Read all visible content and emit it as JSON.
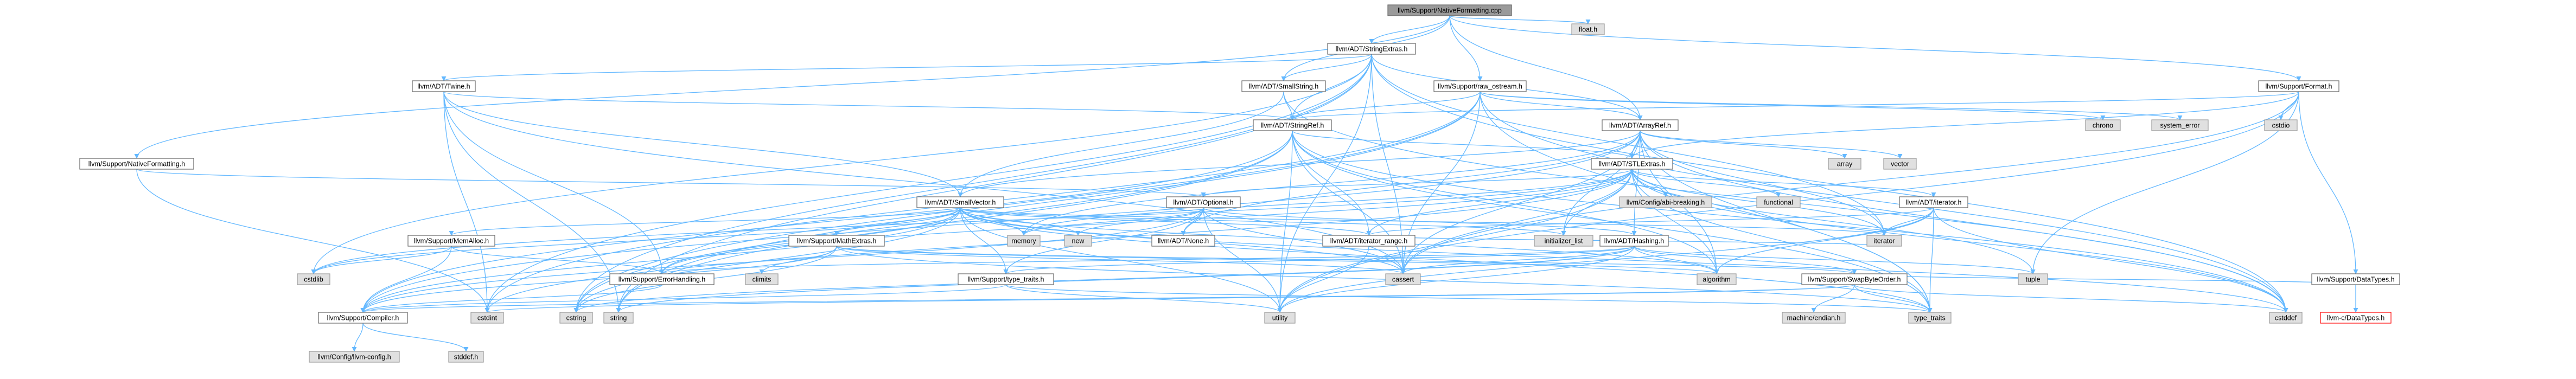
{
  "colors": {
    "root_fill": "#9a9a9a",
    "root_stroke": "#666666",
    "internal_fill": "#ffffff",
    "internal_stroke": "#666666",
    "external_fill": "#e0e0e0",
    "external_stroke": "#999999",
    "missing_fill": "#ffffff",
    "missing_stroke": "#ff0000",
    "edge": "#63b8ff",
    "text": "#000000"
  },
  "nodes": [
    {
      "id": "root",
      "label": "llvm/Support/NativeFormatting.cpp",
      "kind": "root"
    },
    {
      "id": "float",
      "label": "float.h",
      "kind": "external"
    },
    {
      "id": "stringextras",
      "label": "llvm/ADT/StringExtras.h",
      "kind": "internal"
    },
    {
      "id": "twine",
      "label": "llvm/ADT/Twine.h",
      "kind": "internal"
    },
    {
      "id": "smallstring",
      "label": "llvm/ADT/SmallString.h",
      "kind": "internal"
    },
    {
      "id": "rawostream",
      "label": "llvm/Support/raw_ostream.h",
      "kind": "internal"
    },
    {
      "id": "format",
      "label": "llvm/Support/Format.h",
      "kind": "internal"
    },
    {
      "id": "chrono",
      "label": "chrono",
      "kind": "external"
    },
    {
      "id": "systemerror",
      "label": "system_error",
      "kind": "external"
    },
    {
      "id": "cstdio",
      "label": "cstdio",
      "kind": "external"
    },
    {
      "id": "stringref",
      "label": "llvm/ADT/StringRef.h",
      "kind": "internal"
    },
    {
      "id": "arrayref",
      "label": "llvm/ADT/ArrayRef.h",
      "kind": "internal"
    },
    {
      "id": "nativeformatting",
      "label": "llvm/Support/NativeFormatting.h",
      "kind": "internal"
    },
    {
      "id": "stlextras",
      "label": "llvm/ADT/STLExtras.h",
      "kind": "internal"
    },
    {
      "id": "array",
      "label": "array",
      "kind": "external"
    },
    {
      "id": "vector",
      "label": "vector",
      "kind": "external"
    },
    {
      "id": "smallvector",
      "label": "llvm/ADT/SmallVector.h",
      "kind": "internal"
    },
    {
      "id": "optional",
      "label": "llvm/ADT/Optional.h",
      "kind": "internal"
    },
    {
      "id": "abibreaking",
      "label": "llvm/Config/abi-breaking.h",
      "kind": "external"
    },
    {
      "id": "functional",
      "label": "functional",
      "kind": "external"
    },
    {
      "id": "iteratorh",
      "label": "llvm/ADT/iterator.h",
      "kind": "internal"
    },
    {
      "id": "memalloc",
      "label": "llvm/Support/MemAlloc.h",
      "kind": "internal"
    },
    {
      "id": "mathextras",
      "label": "llvm/Support/MathExtras.h",
      "kind": "internal"
    },
    {
      "id": "memory",
      "label": "memory",
      "kind": "external"
    },
    {
      "id": "new",
      "label": "new",
      "kind": "external"
    },
    {
      "id": "none",
      "label": "llvm/ADT/None.h",
      "kind": "internal"
    },
    {
      "id": "iteratorrange",
      "label": "llvm/ADT/iterator_range.h",
      "kind": "internal"
    },
    {
      "id": "initlist",
      "label": "initializer_list",
      "kind": "external"
    },
    {
      "id": "hashing",
      "label": "llvm/ADT/Hashing.h",
      "kind": "internal"
    },
    {
      "id": "iterator",
      "label": "iterator",
      "kind": "external"
    },
    {
      "id": "cstdlib",
      "label": "cstdlib",
      "kind": "external"
    },
    {
      "id": "climits",
      "label": "climits",
      "kind": "external"
    },
    {
      "id": "errorhandling",
      "label": "llvm/Support/ErrorHandling.h",
      "kind": "internal"
    },
    {
      "id": "typetraits",
      "label": "llvm/Support/type_traits.h",
      "kind": "internal"
    },
    {
      "id": "cassert",
      "label": "cassert",
      "kind": "external"
    },
    {
      "id": "algorithm",
      "label": "algorithm",
      "kind": "external"
    },
    {
      "id": "swapbyteorder",
      "label": "llvm/Support/SwapByteOrder.h",
      "kind": "internal"
    },
    {
      "id": "tuple",
      "label": "tuple",
      "kind": "external"
    },
    {
      "id": "datatypes",
      "label": "llvm/Support/DataTypes.h",
      "kind": "internal"
    },
    {
      "id": "cstring",
      "label": "cstring",
      "kind": "external"
    },
    {
      "id": "compiler",
      "label": "llvm/Support/Compiler.h",
      "kind": "internal"
    },
    {
      "id": "cstdint",
      "label": "cstdint",
      "kind": "external"
    },
    {
      "id": "string",
      "label": "string",
      "kind": "external"
    },
    {
      "id": "utility",
      "label": "utility",
      "kind": "external"
    },
    {
      "id": "stdtypetraits",
      "label": "type_traits",
      "kind": "external"
    },
    {
      "id": "machineendian",
      "label": "machine/endian.h",
      "kind": "external"
    },
    {
      "id": "cstddef",
      "label": "cstddef",
      "kind": "external"
    },
    {
      "id": "cdatatypes",
      "label": "llvm-c/DataTypes.h",
      "kind": "missing"
    },
    {
      "id": "llvmconfig",
      "label": "llvm/Config/llvm-config.h",
      "kind": "external"
    },
    {
      "id": "stddef",
      "label": "stddef.h",
      "kind": "external"
    }
  ],
  "edges": [
    [
      "root",
      "float"
    ],
    [
      "root",
      "stringextras"
    ],
    [
      "root",
      "nativeformatting"
    ],
    [
      "root",
      "arrayref"
    ],
    [
      "root",
      "format"
    ],
    [
      "root",
      "rawostream"
    ],
    [
      "root",
      "smallstring"
    ],
    [
      "stringextras",
      "twine"
    ],
    [
      "stringextras",
      "smallstring"
    ],
    [
      "stringextras",
      "stringref"
    ],
    [
      "stringextras",
      "arrayref"
    ],
    [
      "stringextras",
      "cassert"
    ],
    [
      "stringextras",
      "cstddef"
    ],
    [
      "stringextras",
      "cstdint"
    ],
    [
      "stringextras",
      "cstdlib"
    ],
    [
      "stringextras",
      "cstring"
    ],
    [
      "stringextras",
      "iterator"
    ],
    [
      "stringextras",
      "string"
    ],
    [
      "stringextras",
      "utility"
    ],
    [
      "twine",
      "smallvector"
    ],
    [
      "twine",
      "stringref"
    ],
    [
      "twine",
      "errorhandling"
    ],
    [
      "twine",
      "cassert"
    ],
    [
      "twine",
      "cstdint"
    ],
    [
      "twine",
      "string"
    ],
    [
      "smallstring",
      "smallvector"
    ],
    [
      "smallstring",
      "stringref"
    ],
    [
      "smallstring",
      "cstddef"
    ],
    [
      "rawostream",
      "arrayref"
    ],
    [
      "rawostream",
      "stringref"
    ],
    [
      "rawostream",
      "cassert"
    ],
    [
      "rawostream",
      "chrono"
    ],
    [
      "rawostream",
      "cstddef"
    ],
    [
      "rawostream",
      "cstdint"
    ],
    [
      "rawostream",
      "cstring"
    ],
    [
      "rawostream",
      "string"
    ],
    [
      "rawostream",
      "systemerror"
    ],
    [
      "rawostream",
      "stdtypetraits"
    ],
    [
      "format",
      "stlextras"
    ],
    [
      "format",
      "stringref"
    ],
    [
      "format",
      "cassert"
    ],
    [
      "format",
      "cstdio"
    ],
    [
      "format",
      "tuple"
    ],
    [
      "format",
      "utility"
    ],
    [
      "format",
      "datatypes"
    ],
    [
      "stringref",
      "stlextras"
    ],
    [
      "stringref",
      "iteratorrange"
    ],
    [
      "stringref",
      "compiler"
    ],
    [
      "stringref",
      "algorithm"
    ],
    [
      "stringref",
      "cassert"
    ],
    [
      "stringref",
      "cstddef"
    ],
    [
      "stringref",
      "cstring"
    ],
    [
      "stringref",
      "limits"
    ],
    [
      "stringref",
      "string"
    ],
    [
      "stringref",
      "stdtypetraits"
    ],
    [
      "stringref",
      "utility"
    ],
    [
      "arrayref",
      "hashing"
    ],
    [
      "arrayref",
      "none"
    ],
    [
      "arrayref",
      "smallvector"
    ],
    [
      "arrayref",
      "stlextras"
    ],
    [
      "arrayref",
      "compiler"
    ],
    [
      "arrayref",
      "algorithm"
    ],
    [
      "arrayref",
      "array"
    ],
    [
      "arrayref",
      "cassert"
    ],
    [
      "arrayref",
      "cstddef"
    ],
    [
      "arrayref",
      "initlist"
    ],
    [
      "arrayref",
      "iterator"
    ],
    [
      "arrayref",
      "memory"
    ],
    [
      "arrayref",
      "stdtypetraits"
    ],
    [
      "arrayref",
      "vector"
    ],
    [
      "nativeformatting",
      "optional"
    ],
    [
      "nativeformatting",
      "cstdint"
    ],
    [
      "stlextras",
      "optional"
    ],
    [
      "stlextras",
      "iteratorh"
    ],
    [
      "stlextras",
      "iteratorrange"
    ],
    [
      "stlextras",
      "abibreaking"
    ],
    [
      "stlextras",
      "errorhandling"
    ],
    [
      "stlextras",
      "algorithm"
    ],
    [
      "stlextras",
      "cassert"
    ],
    [
      "stlextras",
      "cstddef"
    ],
    [
      "stlextras",
      "cstdint"
    ],
    [
      "stlextras",
      "cstdlib"
    ],
    [
      "stlextras",
      "functional"
    ],
    [
      "stlextras",
      "initlist"
    ],
    [
      "stlextras",
      "iterator"
    ],
    [
      "stlextras",
      "limits"
    ],
    [
      "stlextras",
      "memory"
    ],
    [
      "stlextras",
      "tuple"
    ],
    [
      "stlextras",
      "stdtypetraits"
    ],
    [
      "stlextras",
      "utility"
    ],
    [
      "smallvector",
      "iteratorrange"
    ],
    [
      "smallvector",
      "compiler"
    ],
    [
      "smallvector",
      "errorhandling"
    ],
    [
      "smallvector",
      "memalloc"
    ],
    [
      "smallvector",
      "mathextras"
    ],
    [
      "smallvector",
      "typetraits"
    ],
    [
      "smallvector",
      "algorithm"
    ],
    [
      "smallvector",
      "cassert"
    ],
    [
      "smallvector",
      "cstddef"
    ],
    [
      "smallvector",
      "cstdlib"
    ],
    [
      "smallvector",
      "cstring"
    ],
    [
      "smallvector",
      "initlist"
    ],
    [
      "smallvector",
      "iterator"
    ],
    [
      "smallvector",
      "limits"
    ],
    [
      "smallvector",
      "memory"
    ],
    [
      "smallvector",
      "new"
    ],
    [
      "smallvector",
      "stdtypetraits"
    ],
    [
      "smallvector",
      "utility"
    ],
    [
      "optional",
      "hashing"
    ],
    [
      "optional",
      "none"
    ],
    [
      "optional",
      "compiler"
    ],
    [
      "optional",
      "typetraits"
    ],
    [
      "optional",
      "cassert"
    ],
    [
      "optional",
      "memory"
    ],
    [
      "optional",
      "new"
    ],
    [
      "optional",
      "utility"
    ],
    [
      "iteratorh",
      "iteratorrange"
    ],
    [
      "iteratorh",
      "algorithm"
    ],
    [
      "iteratorh",
      "cstddef"
    ],
    [
      "iteratorh",
      "iterator"
    ],
    [
      "iteratorh",
      "stdtypetraits"
    ],
    [
      "iteratorh",
      "utility"
    ],
    [
      "memalloc",
      "compiler"
    ],
    [
      "memalloc",
      "errorhandling"
    ],
    [
      "memalloc",
      "cstdlib"
    ],
    [
      "mathextras",
      "compiler"
    ],
    [
      "mathextras",
      "swapbyteorder"
    ],
    [
      "mathextras",
      "algorithm"
    ],
    [
      "mathextras",
      "cassert"
    ],
    [
      "mathextras",
      "climits"
    ],
    [
      "mathextras",
      "cstring"
    ],
    [
      "mathextras",
      "limits"
    ],
    [
      "mathextras",
      "stdtypetraits"
    ],
    [
      "iteratorrange",
      "iterator"
    ],
    [
      "iteratorrange",
      "utility"
    ],
    [
      "hashing",
      "errorhandling"
    ],
    [
      "hashing",
      "swapbyteorder"
    ],
    [
      "hashing",
      "typetraits"
    ],
    [
      "hashing",
      "algorithm"
    ],
    [
      "hashing",
      "cassert"
    ],
    [
      "hashing",
      "cstring"
    ],
    [
      "hashing",
      "string"
    ],
    [
      "hashing",
      "tuple"
    ],
    [
      "hashing",
      "utility"
    ],
    [
      "errorhandling",
      "compiler"
    ],
    [
      "typetraits",
      "compiler"
    ],
    [
      "typetraits",
      "stdtypetraits"
    ],
    [
      "typetraits",
      "utility"
    ],
    [
      "swapbyteorder",
      "compiler"
    ],
    [
      "swapbyteorder",
      "datatypes"
    ],
    [
      "swapbyteorder",
      "cstddef"
    ],
    [
      "swapbyteorder",
      "cstdint"
    ],
    [
      "swapbyteorder",
      "stdtypetraits"
    ],
    [
      "swapbyteorder",
      "machineendian"
    ],
    [
      "datatypes",
      "cdatatypes"
    ],
    [
      "compiler",
      "llvmconfig"
    ],
    [
      "compiler",
      "stddef"
    ]
  ]
}
